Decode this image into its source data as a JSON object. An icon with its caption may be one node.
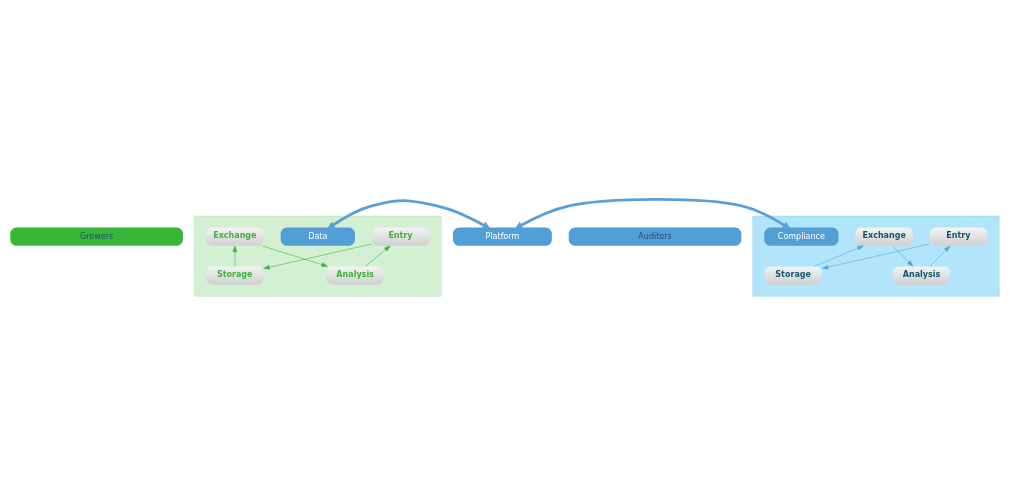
{
  "diagram": {
    "nodes": [
      {
        "text": [
          "Growers"
        ]
      },
      {
        "text": [],
        "shape": "box"
      },
      {
        "text": [
          "Storage"
        ],
        "in": 1
      },
      {
        "text": [
          "Entry"
        ],
        "in": 1
      },
      {
        "text": [
          "Data"
        ],
        "in": 1
      },
      {
        "text": [
          "Exchange"
        ],
        "in": 1
      },
      {
        "text": [
          "Analysis"
        ],
        "in": 1
      },
      {
        "text": [
          "Platform"
        ]
      },
      {
        "text": [
          "Auditors"
        ]
      },
      {
        "text": [],
        "shape": "box"
      },
      {
        "text": [
          "Storage"
        ],
        "in": 9
      },
      {
        "text": [
          "Compliance"
        ],
        "in": 9
      },
      {
        "text": [
          "Entry"
        ],
        "in": 9
      },
      {
        "text": [
          "Exchange"
        ],
        "in": 9
      },
      {
        "text": [
          "Analysis"
        ],
        "in": 9
      }
    ],
    "edges": [
      {
        "from": 3,
        "to": 2,
        "arrow": "to",
        "color": "#3cb43c"
      },
      {
        "from": 2,
        "to": 5,
        "arrow": "to",
        "color": "#3cb43c"
      },
      {
        "from": 5,
        "to": 6,
        "arrow": "to",
        "color": "#3cb43c"
      },
      {
        "from": 6,
        "to": 3,
        "arrow": "to",
        "color": "#3cb43c"
      },
      {
        "from": 4,
        "to": 7,
        "arrow": "both",
        "style": "thick"
      },
      {
        "from": 7,
        "to": 11,
        "arrow": "both",
        "style": "thick"
      },
      {
        "from": 12,
        "to": 10,
        "arrow": "to"
      },
      {
        "from": 10,
        "to": 13,
        "arrow": "to"
      },
      {
        "from": 13,
        "to": 14,
        "arrow": "to"
      },
      {
        "from": 14,
        "to": 12,
        "arrow": "to"
      }
    ]
  }
}
